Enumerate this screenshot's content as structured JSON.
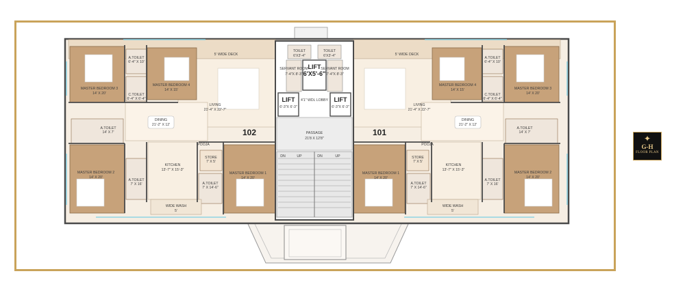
{
  "badge": {
    "title": "G-H",
    "subtitle": "FLOOR PLAN",
    "icon": "compass-icon"
  },
  "colors": {
    "frame": "#c9a35a",
    "wall": "#4a4a4a",
    "floor_wood": "#c7a27a",
    "floor_tile": "#f3e5d3",
    "deck": "#ecdcc6",
    "window": "#8fd3e3"
  },
  "core": {
    "passage": {
      "name": "PASSAGE",
      "size": "21'8 X 12'8\""
    },
    "lift_top": {
      "name": "LIFT",
      "size": "6'X5'-6\""
    },
    "lift_left": {
      "name": "LIFT",
      "size": "6'-3\"X 6'-3\""
    },
    "lift_right": {
      "name": "LIFT",
      "size": "6'-3\"X 6'-3\""
    },
    "lobby": {
      "name": "4'1\" WDL LOBBY"
    },
    "servant_left": {
      "name": "SERVANT ROOM",
      "size": "7'-4\"X 8'-3\""
    },
    "servant_right": {
      "name": "SERVANT ROOM",
      "size": "7'-4\"X 8'-3\""
    },
    "toilet_left": {
      "name": "TOILET",
      "size": "6'X3'-4\""
    },
    "toilet_right": {
      "name": "TOILET",
      "size": "6'X3'-4\""
    },
    "stair_dn": "DN",
    "stair_up": "UP"
  },
  "flat_102": {
    "number": "102",
    "deck": {
      "name": "5' WIDE DECK"
    },
    "living": {
      "name": "LIVING",
      "size": "21'-4\" X 22'-7\""
    },
    "dining": {
      "name": "DINING",
      "size": "21'-2\" X 12'"
    },
    "kitchen": {
      "name": "KITCHEN",
      "size": "13'-7\" X 15'-3\""
    },
    "mb1": {
      "name": "MASTER BEDROOM 1",
      "size": "14' X 20'"
    },
    "mb2": {
      "name": "MASTER BEDROOM 2",
      "size": "14' X 20'"
    },
    "mb3": {
      "name": "MASTER BEDROOM 3",
      "size": "14' X 20'"
    },
    "mb4": {
      "name": "MASTER BEDROOM 4",
      "size": "14' X 15'"
    },
    "toilet_a": {
      "name": "A.TOILET",
      "size": "6'-4\" X 10'"
    },
    "toilet_b": {
      "name": "C.TOILET",
      "size": "6'-4\" X 6'-4\""
    },
    "toilet_c": {
      "name": "A.TOILET",
      "size": "14' X 7'"
    },
    "toilet_d": {
      "name": "A.TOILET",
      "size": "7' X 16'"
    },
    "toilet_e": {
      "name": "A.TOILET",
      "size": "7' X 14'-6\""
    },
    "store": {
      "name": "STORE",
      "size": "7' X 5'"
    },
    "pooja": {
      "name": "POOJA"
    },
    "wash": {
      "name": "WIDE WASH",
      "size": "5'"
    }
  },
  "flat_101": {
    "number": "101",
    "deck": {
      "name": "5' WIDE DECK"
    },
    "living": {
      "name": "LIVING",
      "size": "21'-4\" X 22'-7\""
    },
    "dining": {
      "name": "DINING",
      "size": "21'-2\" X 12'"
    },
    "kitchen": {
      "name": "KITCHEN",
      "size": "13'-7\" X 15'-3\""
    },
    "mb1": {
      "name": "MASTER BEDROOM 1",
      "size": "14' X 20'"
    },
    "mb2": {
      "name": "MASTER BEDROOM 2",
      "size": "14' X 20'"
    },
    "mb3": {
      "name": "MASTER BEDROOM 3",
      "size": "14' X 20'"
    },
    "mb4": {
      "name": "MASTER BEDROOM 4",
      "size": "14' X 15'"
    },
    "toilet_a": {
      "name": "A.TOILET",
      "size": "6'-4\" X 10'"
    },
    "toilet_b": {
      "name": "C.TOILET",
      "size": "6'-4\" X 6'-4\""
    },
    "toilet_c": {
      "name": "A.TOILET",
      "size": "14' X 7'"
    },
    "toilet_d": {
      "name": "A.TOILET",
      "size": "7' X 16'"
    },
    "toilet_e": {
      "name": "A.TOILET",
      "size": "7' X 14'-6\""
    },
    "store": {
      "name": "STORE",
      "size": "7' X 5'"
    },
    "pooja": {
      "name": "POOJA"
    },
    "wash": {
      "name": "WIDE WASH",
      "size": "5'"
    }
  }
}
